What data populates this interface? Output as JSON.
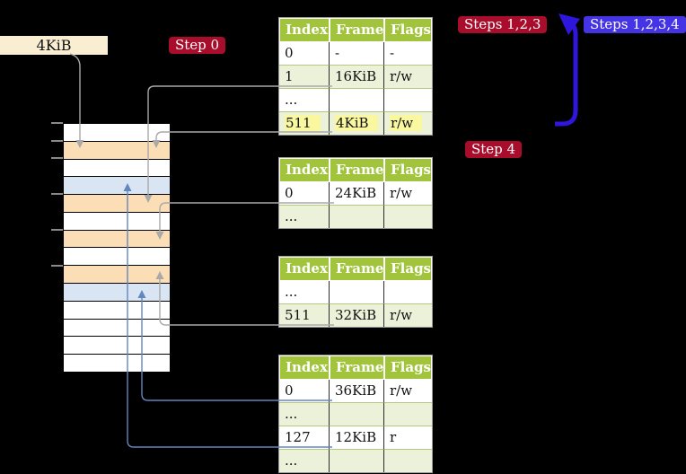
{
  "labels": {
    "frame_box": "4KiB",
    "step0": "Step 0",
    "steps123": "Steps 1,2,3",
    "steps1234": "Steps 1,2,3,4",
    "step4": "Step 4"
  },
  "colors": {
    "badge_red": "#a80d2c",
    "badge_blue": "#4434e4",
    "big_arrow_blue": "#2e16dd",
    "connector_gray": "#a9a9a9",
    "connector_steel_blue": "#6286bd",
    "frame_peach": "#fbddb6",
    "frame_light_blue": "#d9e5f3",
    "table_header_green": "#a2c43c",
    "table_row_pale_green": "#ecf1d9",
    "highlight_yellow": "#f9f7a0",
    "memory_box_cream": "#f9eed1"
  },
  "stack": {
    "rows": [
      "white",
      "peach",
      "white",
      "blue",
      "peach",
      "white",
      "peach",
      "white",
      "peach",
      "blue",
      "white",
      "white",
      "white",
      "white"
    ]
  },
  "tables": [
    {
      "headers": [
        "Index",
        "Frame",
        "Flags"
      ],
      "rows": [
        {
          "cells": [
            "0",
            "-",
            "-"
          ]
        },
        {
          "cells": [
            "1",
            "16KiB",
            "r/w"
          ]
        },
        {
          "cells": [
            "...",
            "",
            ""
          ]
        },
        {
          "cells": [
            "511",
            "4KiB",
            "r/w"
          ]
        }
      ]
    },
    {
      "headers": [
        "Index",
        "Frame",
        "Flags"
      ],
      "rows": [
        {
          "cells": [
            "0",
            "24KiB",
            "r/w"
          ]
        },
        {
          "cells": [
            "...",
            "",
            ""
          ]
        }
      ]
    },
    {
      "headers": [
        "Index",
        "Frame",
        "Flags"
      ],
      "rows": [
        {
          "cells": [
            "...",
            "",
            ""
          ]
        },
        {
          "cells": [
            "511",
            "32KiB",
            "r/w"
          ]
        }
      ]
    },
    {
      "headers": [
        "Index",
        "Frame",
        "Flags"
      ],
      "rows": [
        {
          "cells": [
            "0",
            "36KiB",
            "r/w"
          ]
        },
        {
          "cells": [
            "...",
            "",
            ""
          ]
        },
        {
          "cells": [
            "127",
            "12KiB",
            "r"
          ]
        },
        {
          "cells": [
            "...",
            "",
            ""
          ]
        }
      ]
    }
  ],
  "connections": [
    {
      "from": "4KiB label box",
      "to": "frame at 4KiB (peach row 2)",
      "color": "gray"
    },
    {
      "from": "table1 entry 1 -> 16KiB",
      "to": "frame at 16KiB (peach row 5)",
      "color": "gray"
    },
    {
      "from": "table1 entry 511 -> 4KiB",
      "to": "frame at 4KiB (peach row 2)",
      "color": "gray"
    },
    {
      "from": "table2 entry 0 -> 24KiB",
      "to": "frame at 24KiB (peach row 7)",
      "color": "gray"
    },
    {
      "from": "table3 entry 511 -> 32KiB",
      "to": "frame at 32KiB (peach row 9)",
      "color": "gray"
    },
    {
      "from": "table4 entry 0 -> 36KiB",
      "to": "frame at 36KiB (blue row 10)",
      "color": "steel-blue"
    },
    {
      "from": "table4 entry 127 -> 12KiB",
      "to": "frame at 12KiB (blue row 4)",
      "color": "steel-blue"
    },
    {
      "from": "bottom of step sequence",
      "to": "loop back to top",
      "color": "big-blue"
    }
  ]
}
